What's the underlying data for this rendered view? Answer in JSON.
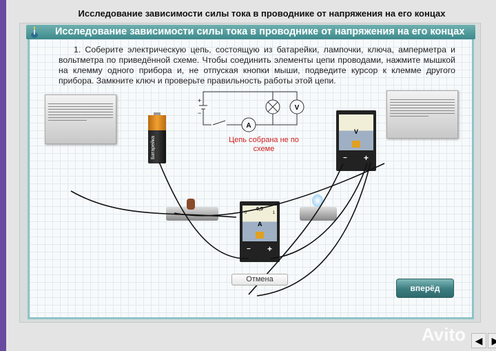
{
  "page_title": "Исследование зависимости силы тока в проводнике от напряжения на его концах",
  "header_title": "Исследование зависимости силы тока в проводнике от напряжения на его концах",
  "instruction": "1. Соберите электрическую цепь, состоящую из батарейки, лампочки, ключа, амперметра и вольтметра по приведённой схеме. Чтобы соединить элементы цепи проводами, нажмите мышкой на клемму одного прибора и, не отпуская кнопки мыши, подведите курсор к клемме другого прибора. Замкните ключ и проверьте правильность работы этой цепи.",
  "schematic": {
    "plus": "+",
    "minus": "−",
    "ammeter": "A",
    "voltmeter": "V"
  },
  "status_message": "Цепь собрана не по схеме",
  "battery_label": "Батарейка",
  "ammeter": {
    "unit": "A",
    "scale_mid": "0,5",
    "scale_min": "0",
    "scale_max": "1",
    "minus": "−",
    "plus": "+"
  },
  "voltmeter": {
    "unit": "V",
    "minus": "−",
    "plus": "+"
  },
  "cancel_label": "Отмена",
  "forward_label": "вперёд",
  "watermark": "Avito",
  "colors": {
    "header": "#3d8a8c",
    "error": "#d02020",
    "button": "#3b7d80"
  }
}
